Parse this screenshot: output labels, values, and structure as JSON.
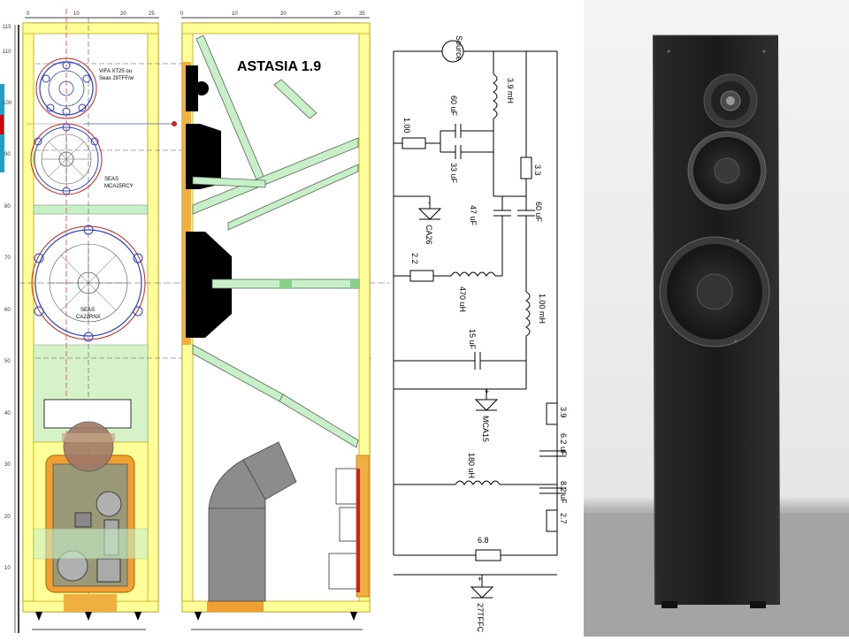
{
  "title": "ASTASIA 1.9",
  "front_view": {
    "top_ruler_ticks": [
      "0",
      "10",
      "20",
      "25"
    ],
    "left_ruler_ticks": [
      "115",
      "110",
      "100",
      "90",
      "80",
      "70",
      "60",
      "50",
      "40",
      "30",
      "20",
      "10"
    ],
    "tweeter_label_line1": "VIFA XT25 ou",
    "tweeter_label_line2": "Seas 29TFF/w",
    "midrange_label_line1": "SEAS",
    "midrange_label_line2": "MCA15RCY",
    "woofer_label_line1": "SEAS",
    "woofer_label_line2": "CA22RNX"
  },
  "side_view": {
    "top_ruler_ticks": [
      "0",
      "10",
      "20",
      "30",
      "35"
    ]
  },
  "crossover": {
    "source": "Source",
    "t_inductor": "3.9 mH",
    "t_cap_60": "60 uF",
    "t_res": "1.00",
    "t_cap_33": "33 uF",
    "t_res_33": "3.3",
    "t_cap_47": "47 uF",
    "t_cap_60b": "60 uF",
    "t_driver": "CA26",
    "m_res": "2.2",
    "m_inductor": "470 uH",
    "m_inductor_100": "1.00 mH",
    "m_cap_15": "15 uF",
    "m_driver": "MCA15",
    "b_res_39": "3.9",
    "b_cap_62": "6.2 uF",
    "b_inductor": "180 uH",
    "b_cap_82": "8.2 uF",
    "b_res_27": "2.7",
    "b_res_68": "6.8",
    "b_driver": "27TFFC",
    "plus": "+",
    "minus": "-"
  },
  "colors": {
    "panel": "#ffff99",
    "panel_border": "#c8a000",
    "brace": "#c8f0c8",
    "driver": "#000000",
    "driver_circle_blue": "#2a3fd0",
    "driver_circle_red": "#d02020",
    "photo_bg": "#f2f2f2",
    "photo_floor": "#a8a8a8",
    "cabinet": "#1c1c1c"
  }
}
